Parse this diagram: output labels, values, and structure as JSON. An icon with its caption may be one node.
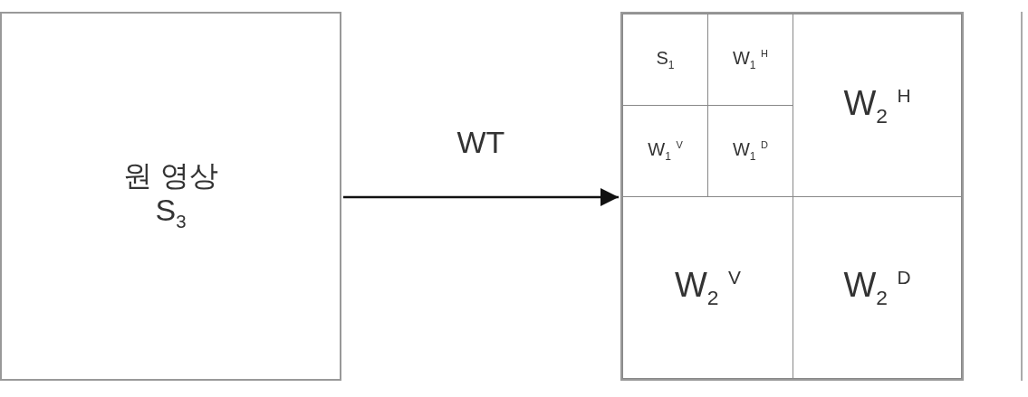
{
  "diagram": {
    "nodes": [
      {
        "text": [
          "원 영상",
          "S$_{3}$"
        ]
      },
      {
        "text": [],
        "shape": "box"
      },
      {
        "text": [
          "S$_{1}$"
        ],
        "in": 1
      },
      {
        "text": [
          "W$_{1}$ $^{H}$"
        ],
        "in": 1
      },
      {
        "text": [
          "W$_{1}$ $^{V}$"
        ],
        "in": 1
      },
      {
        "text": [
          "W$_{1}$ $^{D}$"
        ],
        "in": 1
      },
      {
        "text": [
          "W$_{2}$ $^{H}$"
        ],
        "in": 1
      },
      {
        "text": [
          "W$_{2}$ $^{V}$"
        ],
        "in": 1
      },
      {
        "text": [
          "W$_{2}$ $^{D}$"
        ],
        "in": 1
      }
    ],
    "edges": [
      {
        "from": 0,
        "to": 1,
        "label": "WT",
        "arrow": "to"
      }
    ]
  }
}
